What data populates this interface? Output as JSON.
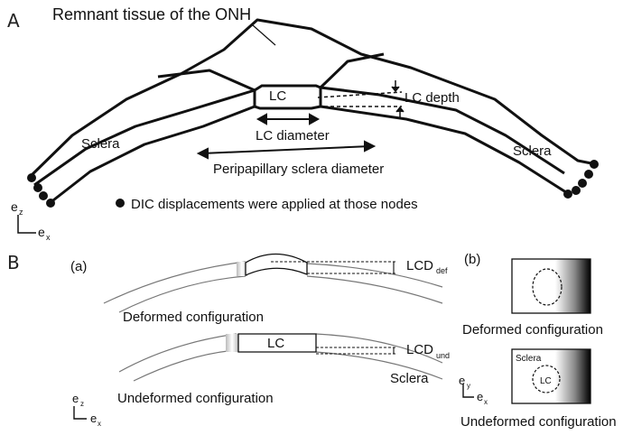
{
  "panel_a": {
    "label": "A",
    "title": "Remnant tissue of the ONH",
    "lc": "LC",
    "lc_depth": "LC depth",
    "lc_diameter": "LC diameter",
    "peripapillary": "Peripapillary sclera diameter",
    "sclera_left": "Sclera",
    "sclera_right": "Sclera",
    "legend": "DIC displacements were applied at those nodes",
    "axis_z": "e",
    "axis_z_sub": "z",
    "axis_x": "e",
    "axis_x_sub": "x"
  },
  "panel_b": {
    "label": "B",
    "sub_a": "(a)",
    "sub_b": "(b)",
    "lcd_def": "LCD",
    "lcd_def_sub": "def",
    "deformed_a": "Deformed configuration",
    "lc": "LC",
    "lcd_und": "LCD",
    "lcd_und_sub": "und",
    "sclera": "Sclera",
    "undeformed_a": "Undeformed configuration",
    "axis_z": "e",
    "axis_z_sub": "z",
    "axis_x": "e",
    "axis_x_sub": "x",
    "deformed_b": "Deformed configuration",
    "box_sclera": "Sclera",
    "box_lc": "LC",
    "axis_y": "e",
    "axis_y_sub": "y",
    "axis_x2": "e",
    "axis_x2_sub": "x",
    "undeformed_b": "Undeformed configuration"
  }
}
